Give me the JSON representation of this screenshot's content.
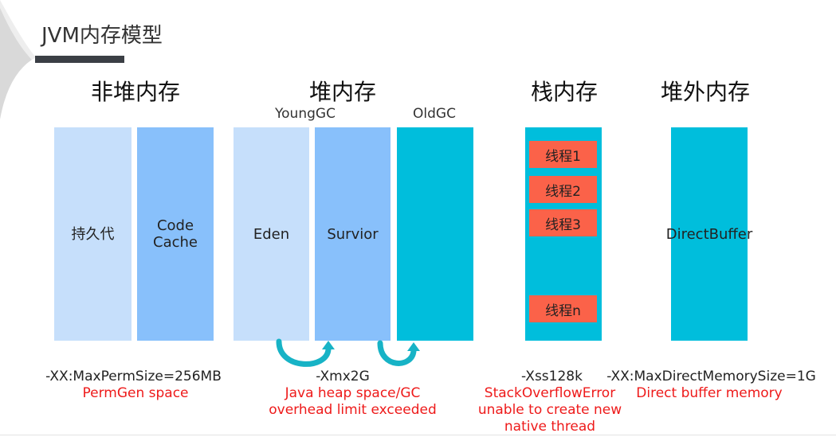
{
  "slide": {
    "title": "JVM内存模型"
  },
  "sections": {
    "nonheap": "非堆内存",
    "heap": "堆内存",
    "stack": "栈内存",
    "offheap": "堆外内存"
  },
  "labels": {
    "young_gc": "YoungGC",
    "old_gc": "OldGC"
  },
  "blocks": {
    "perm": "持久代",
    "code_cache_1": "Code",
    "code_cache_2": "Cache",
    "eden": "Eden",
    "survivor": "Survior",
    "direct_buffer": "DirectBuffer"
  },
  "threads": [
    "线程1",
    "线程2",
    "线程3",
    "线程n"
  ],
  "params": {
    "perm": "-XX:MaxPermSize=256MB",
    "heap": "-Xmx2G",
    "stack": "-Xss128k",
    "direct": "-XX:MaxDirectMemorySize=1G"
  },
  "errors": {
    "perm": "PermGen space",
    "heap_1": "Java heap space/GC",
    "heap_2": "overhead limit exceeded",
    "stack_1": "StackOverflowError",
    "stack_2": "unable to create new",
    "stack_3": "native thread",
    "direct": "Direct buffer memory"
  },
  "colors": {
    "light_blue": "#c6dffb",
    "mid_blue": "#88c0fb",
    "cyan": "#00bedc",
    "thread_red": "#fb6249",
    "error_red": "#ee1a1a"
  }
}
